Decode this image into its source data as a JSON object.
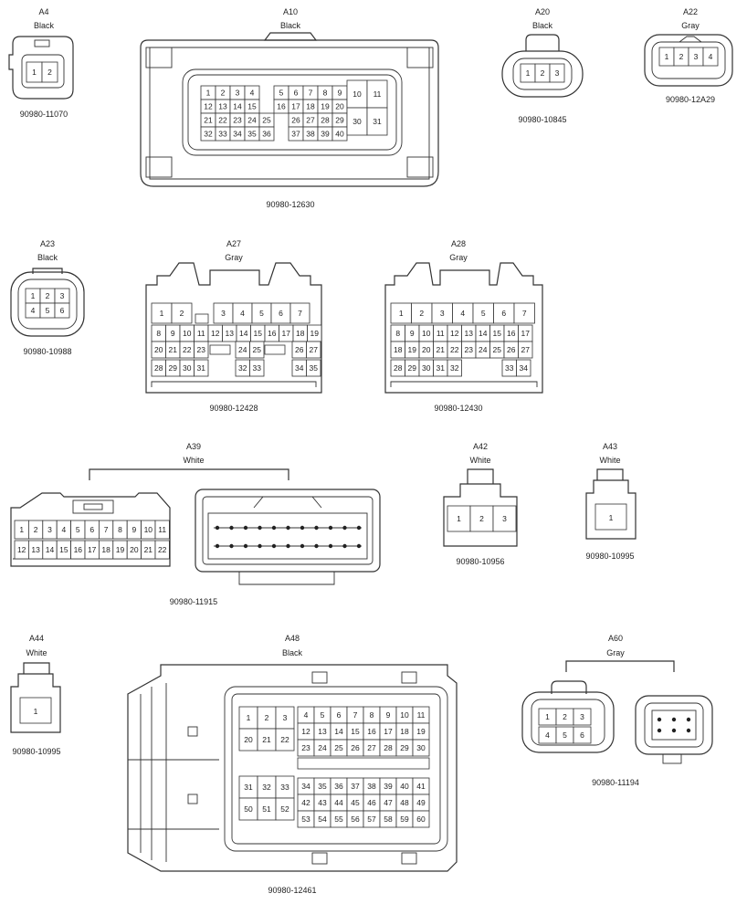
{
  "connectors": [
    {
      "id": "A4",
      "color": "Black",
      "part": "90980-11070",
      "pins": [
        "1",
        "2"
      ]
    },
    {
      "id": "A10",
      "color": "Black",
      "part": "90980-12630",
      "pins": [
        [
          "1",
          "2",
          "3",
          "4"
        ],
        [
          "12",
          "13",
          "14",
          "15"
        ],
        [
          "21",
          "22",
          "23",
          "24",
          "25"
        ],
        [
          "32",
          "33",
          "34",
          "35",
          "36"
        ],
        [
          "5",
          "6",
          "7",
          "8",
          "9"
        ],
        [
          "16",
          "17",
          "18",
          "19",
          "20"
        ],
        [
          "26",
          "27",
          "28",
          "29"
        ],
        [
          "37",
          "38",
          "39",
          "40"
        ],
        [
          "10",
          "11",
          "30",
          "31"
        ]
      ]
    },
    {
      "id": "A20",
      "color": "Black",
      "part": "90980-10845",
      "pins": [
        "1",
        "2",
        "3"
      ]
    },
    {
      "id": "A22",
      "color": "Gray",
      "part": "90980-12A29",
      "pins": [
        "1",
        "2",
        "3",
        "4"
      ]
    },
    {
      "id": "A23",
      "color": "Black",
      "part": "90980-10988",
      "pins": [
        [
          "1",
          "2",
          "3"
        ],
        [
          "4",
          "5",
          "6"
        ]
      ]
    },
    {
      "id": "A27",
      "color": "Gray",
      "part": "90980-12428",
      "pins": [
        [
          "1",
          "2",
          "3",
          "4",
          "5",
          "6",
          "7"
        ],
        [
          "8",
          "9",
          "10",
          "11",
          "12",
          "13",
          "14",
          "15",
          "16",
          "17",
          "18",
          "19"
        ],
        [
          "20",
          "21",
          "22",
          "23",
          "24",
          "25",
          "26",
          "27"
        ],
        [
          "28",
          "29",
          "30",
          "31",
          "32",
          "33",
          "34",
          "35"
        ]
      ]
    },
    {
      "id": "A28",
      "color": "Gray",
      "part": "90980-12430",
      "pins": [
        [
          "1",
          "2",
          "3",
          "4",
          "5",
          "6",
          "7"
        ],
        [
          "8",
          "9",
          "10",
          "11",
          "12",
          "13",
          "14",
          "15",
          "16",
          "17"
        ],
        [
          "18",
          "19",
          "20",
          "21",
          "22",
          "23",
          "24",
          "25",
          "26",
          "27"
        ],
        [
          "28",
          "29",
          "30",
          "31",
          "32",
          "33",
          "34"
        ]
      ]
    },
    {
      "id": "A39",
      "color": "White",
      "part": "90980-11915",
      "pins": [
        [
          "1",
          "2",
          "3",
          "4",
          "5",
          "6",
          "7",
          "8",
          "9",
          "10",
          "11"
        ],
        [
          "12",
          "13",
          "14",
          "15",
          "16",
          "17",
          "18",
          "19",
          "20",
          "21",
          "22"
        ]
      ]
    },
    {
      "id": "A42",
      "color": "White",
      "part": "90980-10956",
      "pins": [
        "1",
        "2",
        "3"
      ]
    },
    {
      "id": "A43",
      "color": "White",
      "part": "90980-10995",
      "pins": [
        "1"
      ]
    },
    {
      "id": "A44",
      "color": "White",
      "part": "90980-10995",
      "pins": [
        "1"
      ]
    },
    {
      "id": "A48",
      "color": "Black",
      "part": "90980-12461",
      "pins": [
        [
          "1",
          "2",
          "3"
        ],
        [
          "20",
          "21",
          "22"
        ],
        [
          "31",
          "32",
          "33"
        ],
        [
          "50",
          "51",
          "52"
        ],
        [
          "4",
          "5",
          "6",
          "7",
          "8",
          "9",
          "10",
          "11"
        ],
        [
          "12",
          "13",
          "14",
          "15",
          "16",
          "17",
          "18",
          "19"
        ],
        [
          "23",
          "24",
          "25",
          "26",
          "27",
          "28",
          "29",
          "30"
        ],
        [
          "34",
          "35",
          "36",
          "37",
          "38",
          "39",
          "40",
          "41"
        ],
        [
          "42",
          "43",
          "44",
          "45",
          "46",
          "47",
          "48",
          "49"
        ],
        [
          "53",
          "54",
          "55",
          "56",
          "57",
          "58",
          "59",
          "60"
        ]
      ]
    },
    {
      "id": "A60",
      "color": "Gray",
      "part": "90980-11194",
      "pins": [
        [
          "1",
          "2",
          "3"
        ],
        [
          "4",
          "5",
          "6"
        ]
      ]
    }
  ]
}
